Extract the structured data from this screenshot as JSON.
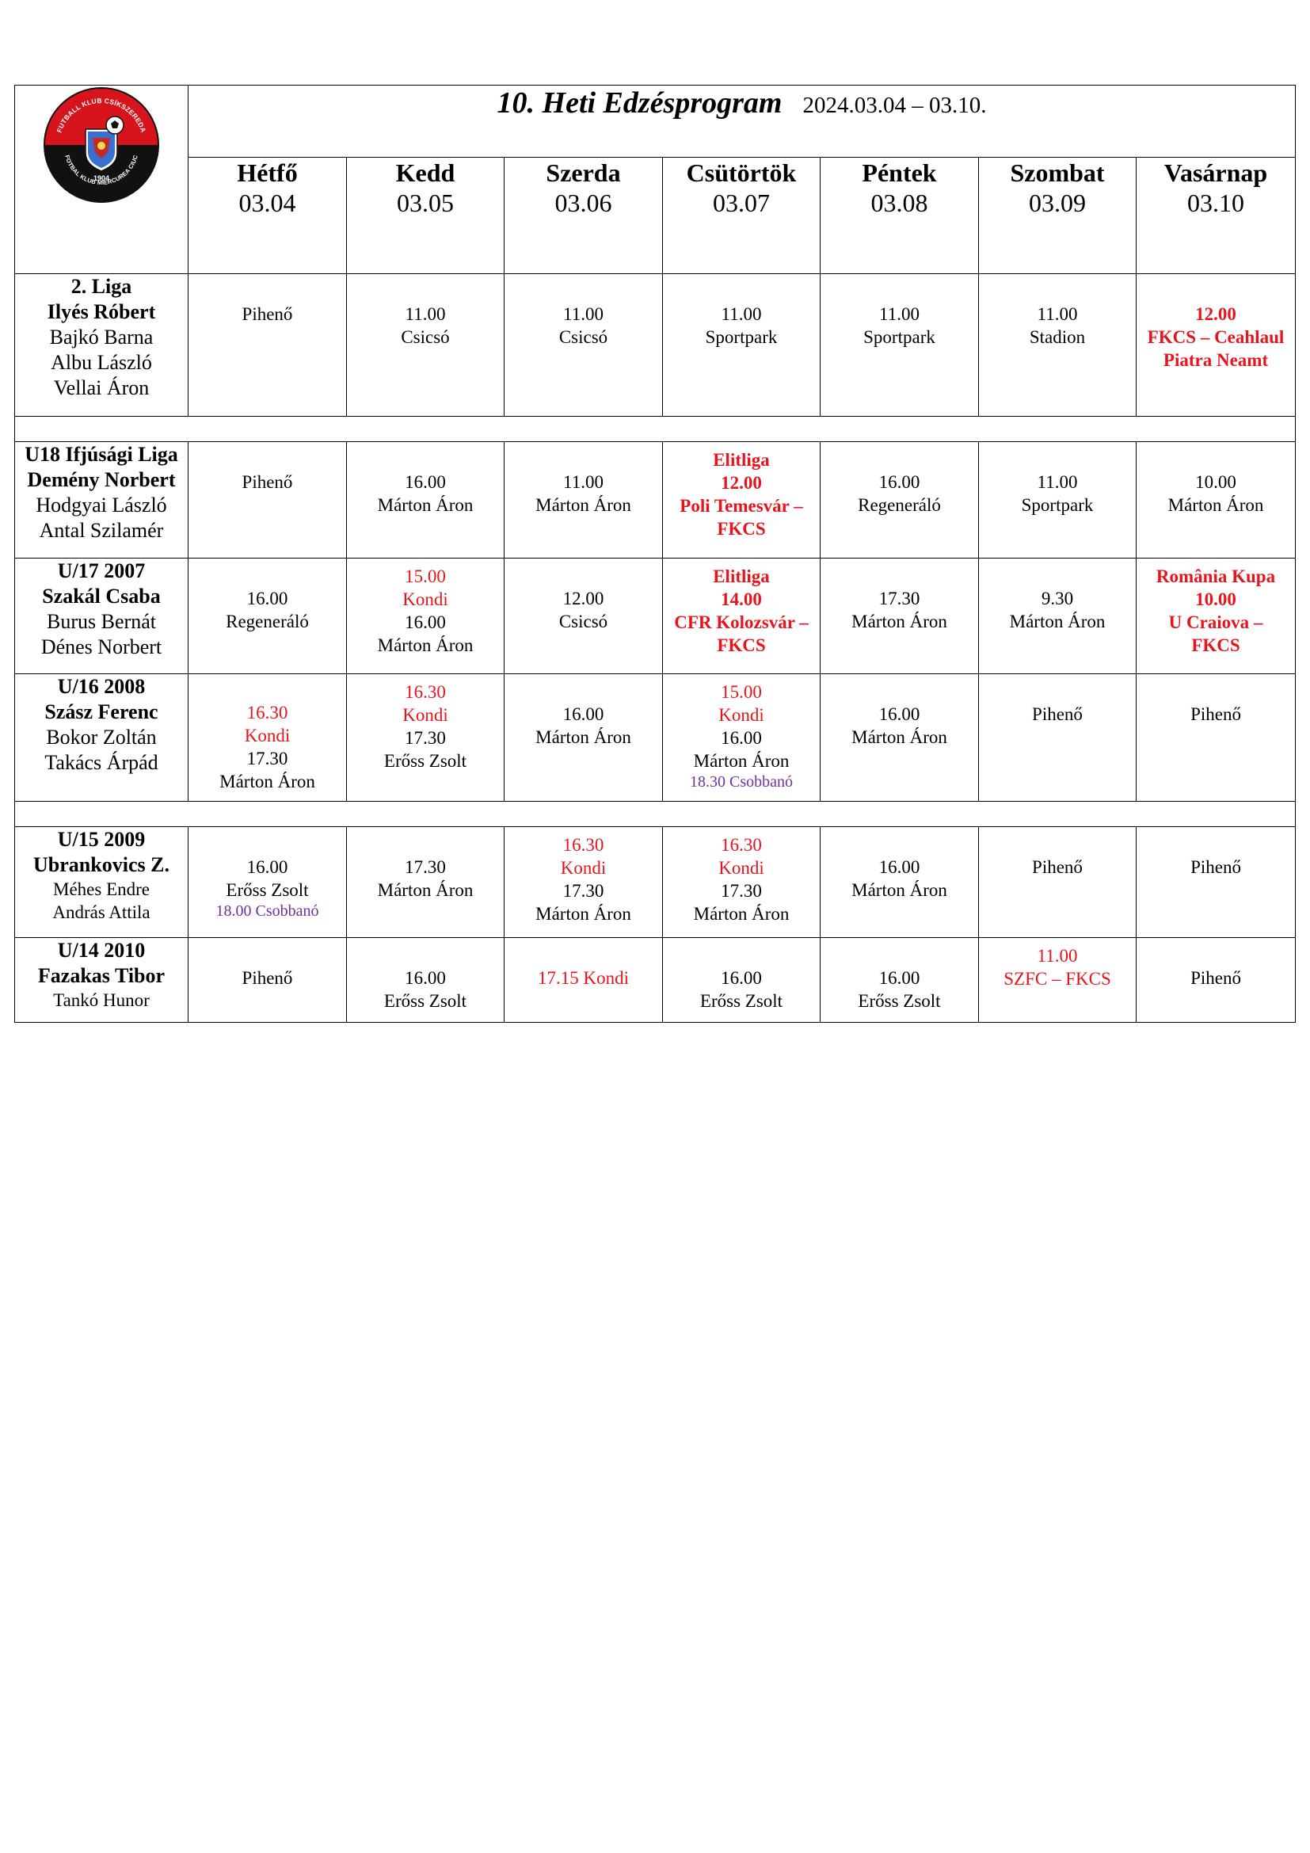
{
  "header": {
    "title": "10. Heti Edzésprogram",
    "date_range": "2024.03.04 – 03.10.",
    "logo_text": {
      "top": "FUTBALL KLUB CSÍKSZEREDA",
      "bottom": "FOTBAL KLUB MIERCUREA CIUC",
      "year": "1904"
    }
  },
  "days": [
    {
      "name": "Hétfő",
      "date": "03.04"
    },
    {
      "name": "Kedd",
      "date": "03.05"
    },
    {
      "name": "Szerda",
      "date": "03.06"
    },
    {
      "name": "Csütörtök",
      "date": "03.07"
    },
    {
      "name": "Péntek",
      "date": "03.08"
    },
    {
      "name": "Szombat",
      "date": "03.09"
    },
    {
      "name": "Vasárnap",
      "date": "03.10"
    }
  ],
  "colors": {
    "highlight": "#e8141b",
    "secondary": "#7030a0",
    "logo_red": "#d7141b",
    "logo_black": "#111111"
  },
  "teams": [
    {
      "name": "2. Liga",
      "coach": "Ilyés Róbert",
      "staff": [
        "Bajkó Barna",
        "Albu László",
        "Vellai Áron"
      ],
      "cells": [
        [
          {
            "t": "Pihenő"
          }
        ],
        [
          {
            "t": "11.00"
          },
          {
            "t": "Csicsó"
          }
        ],
        [
          {
            "t": "11.00"
          },
          {
            "t": "Csicsó"
          }
        ],
        [
          {
            "t": "11.00"
          },
          {
            "t": "Sportpark"
          }
        ],
        [
          {
            "t": "11.00"
          },
          {
            "t": "Sportpark"
          }
        ],
        [
          {
            "t": "11.00"
          },
          {
            "t": "Stadion"
          }
        ],
        [
          {
            "t": "12.00",
            "s": "rb"
          },
          {
            "t": "FKCS – Ceahlaul",
            "s": "rb"
          },
          {
            "t": "Piatra Neamt",
            "s": "rb"
          }
        ]
      ]
    },
    {
      "name": "U18 Ifjúsági Liga",
      "coach": "Demény Norbert",
      "staff": [
        "Hodgyai László",
        "Antal Szilamér"
      ],
      "cells": [
        [
          {
            "t": "Pihenő"
          }
        ],
        [
          {
            "t": "16.00"
          },
          {
            "t": "Márton Áron"
          }
        ],
        [
          {
            "t": "11.00"
          },
          {
            "t": "Márton Áron"
          }
        ],
        [
          {
            "t": "Elitliga",
            "s": "rb"
          },
          {
            "t": "12.00",
            "s": "rb"
          },
          {
            "t": "Poli Temesvár –",
            "s": "rb"
          },
          {
            "t": "FKCS",
            "s": "rb"
          }
        ],
        [
          {
            "t": "16.00"
          },
          {
            "t": "Regeneráló"
          }
        ],
        [
          {
            "t": "11.00"
          },
          {
            "t": "Sportpark"
          }
        ],
        [
          {
            "t": "10.00"
          },
          {
            "t": "Márton Áron"
          }
        ]
      ]
    },
    {
      "name": "U/17 2007",
      "coach": "Szakál Csaba",
      "staff": [
        "Burus Bernát",
        "Dénes Norbert"
      ],
      "cells": [
        [
          {
            "t": "16.00"
          },
          {
            "t": "Regeneráló"
          }
        ],
        [
          {
            "t": "15.00",
            "s": "r"
          },
          {
            "t": "Kondi",
            "s": "r"
          },
          {
            "t": "16.00"
          },
          {
            "t": "Márton Áron"
          }
        ],
        [
          {
            "t": "12.00"
          },
          {
            "t": "Csicsó"
          }
        ],
        [
          {
            "t": "Elitliga",
            "s": "rb"
          },
          {
            "t": "14.00",
            "s": "rb"
          },
          {
            "t": "CFR Kolozsvár –",
            "s": "rb"
          },
          {
            "t": "FKCS",
            "s": "rb"
          }
        ],
        [
          {
            "t": "17.30"
          },
          {
            "t": "Márton Áron"
          }
        ],
        [
          {
            "t": "9.30"
          },
          {
            "t": "Márton Áron"
          }
        ],
        [
          {
            "t": "România Kupa",
            "s": "rb"
          },
          {
            "t": "10.00",
            "s": "rb"
          },
          {
            "t": "U Craiova –",
            "s": "rb"
          },
          {
            "t": "FKCS",
            "s": "rb"
          }
        ]
      ]
    },
    {
      "name": "U/16 2008",
      "coach": "Szász Ferenc",
      "staff": [
        "Bokor Zoltán",
        "Takács Árpád"
      ],
      "cells": [
        [
          {
            "t": "16.30",
            "s": "r"
          },
          {
            "t": "Kondi",
            "s": "r"
          },
          {
            "t": "17.30"
          },
          {
            "t": "Márton Áron"
          }
        ],
        [
          {
            "t": "16.30",
            "s": "r"
          },
          {
            "t": "Kondi",
            "s": "r"
          },
          {
            "t": "17.30"
          },
          {
            "t": "Erőss Zsolt"
          }
        ],
        [
          {
            "t": "16.00"
          },
          {
            "t": "Márton Áron"
          }
        ],
        [
          {
            "t": "15.00",
            "s": "r"
          },
          {
            "t": "Kondi",
            "s": "r"
          },
          {
            "t": "16.00"
          },
          {
            "t": "Márton Áron"
          },
          {
            "t": "18.30 Csobbanó",
            "s": "p"
          }
        ],
        [
          {
            "t": "16.00"
          },
          {
            "t": "Márton Áron"
          }
        ],
        [
          {
            "t": "Pihenő"
          }
        ],
        [
          {
            "t": "Pihenő"
          }
        ]
      ]
    },
    {
      "name": "U/15 2009",
      "coach": "Ubrankovics Z.",
      "staff": [
        "Méhes Endre",
        "András Attila"
      ],
      "cells": [
        [
          {
            "t": "16.00"
          },
          {
            "t": "Erőss Zsolt"
          },
          {
            "t": "18.00 Csobbanó",
            "s": "p"
          }
        ],
        [
          {
            "t": "17.30"
          },
          {
            "t": "Márton Áron"
          }
        ],
        [
          {
            "t": "16.30",
            "s": "r"
          },
          {
            "t": "Kondi",
            "s": "r"
          },
          {
            "t": "17.30"
          },
          {
            "t": "Márton Áron"
          }
        ],
        [
          {
            "t": "16.30",
            "s": "r"
          },
          {
            "t": "Kondi",
            "s": "r"
          },
          {
            "t": "17.30"
          },
          {
            "t": "Márton Áron"
          }
        ],
        [
          {
            "t": "16.00"
          },
          {
            "t": "Márton Áron"
          }
        ],
        [
          {
            "t": "Pihenő"
          }
        ],
        [
          {
            "t": "Pihenő"
          }
        ]
      ]
    },
    {
      "name": "U/14 2010",
      "coach": "Fazakas Tibor",
      "staff": [
        "Tankó Hunor"
      ],
      "cells": [
        [
          {
            "t": "Pihenő"
          }
        ],
        [
          {
            "t": "16.00"
          },
          {
            "t": "Erőss Zsolt"
          }
        ],
        [
          {
            "t": "17.15 Kondi",
            "s": "r"
          }
        ],
        [
          {
            "t": "16.00"
          },
          {
            "t": "Erőss Zsolt"
          }
        ],
        [
          {
            "t": "16.00"
          },
          {
            "t": "Erőss Zsolt"
          }
        ],
        [
          {
            "t": "11.00",
            "s": "r"
          },
          {
            "t": "SZFC – FKCS",
            "s": "r"
          }
        ],
        [
          {
            "t": "Pihenő"
          }
        ]
      ]
    }
  ]
}
